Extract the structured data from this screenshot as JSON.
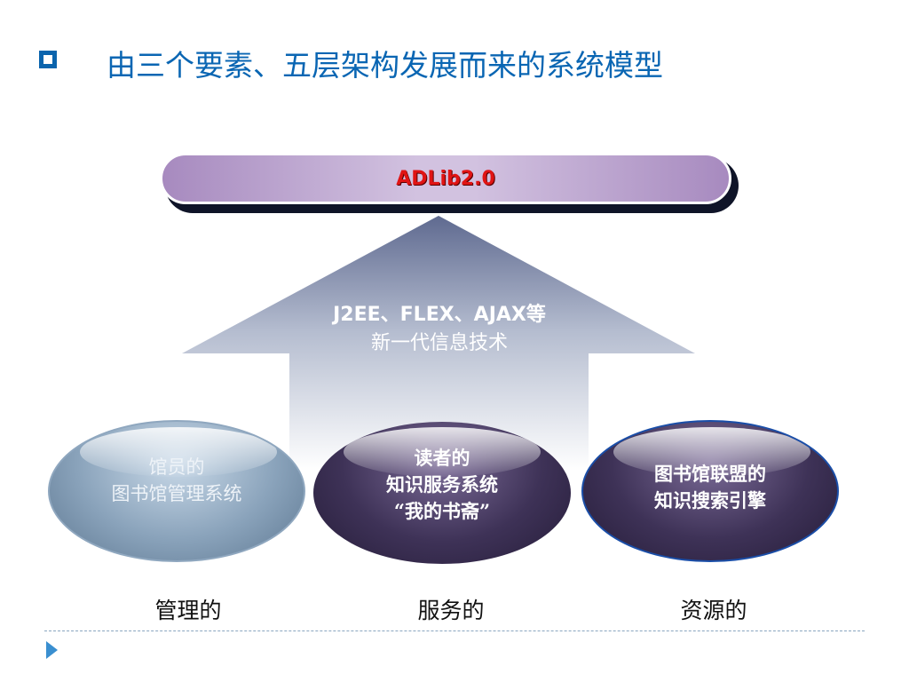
{
  "slide": {
    "title": "由三个要素、五层架构发展而来的系统模型",
    "bullet_icon": "hollow-square-bullet",
    "accent_color": "#0a66b3"
  },
  "banner": {
    "label": "ADLib2.0",
    "label_color": "#e01414"
  },
  "arrow": {
    "line1": "J2EE、FLEX、AJAX等",
    "line2": "新一代信息技术"
  },
  "ovals": [
    {
      "line1": "馆员的",
      "line2": "图书馆管理系统",
      "line3": ""
    },
    {
      "line1": "读者的",
      "line2": "知识服务系统",
      "line3": "“我的书斋”"
    },
    {
      "line1": "图书馆联盟的",
      "line2": "知识搜索引擎",
      "line3": ""
    }
  ],
  "categories": [
    "管理的",
    "服务的",
    "资源的"
  ]
}
